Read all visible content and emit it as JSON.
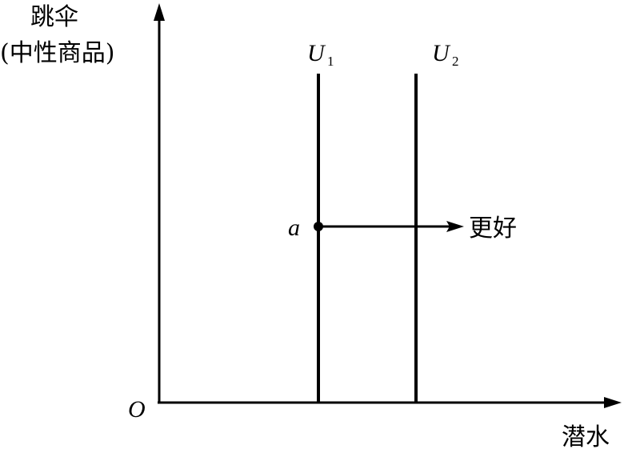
{
  "diagram": {
    "y_axis_label_line1": "跳伞",
    "y_axis_label_line2": "(中性商品)",
    "x_axis_label": "潜水",
    "origin_label": "O",
    "curves": [
      {
        "letter": "U",
        "subscript": "1"
      },
      {
        "letter": "U",
        "subscript": "2"
      }
    ],
    "point_label": "a",
    "arrow_label": "更好"
  }
}
